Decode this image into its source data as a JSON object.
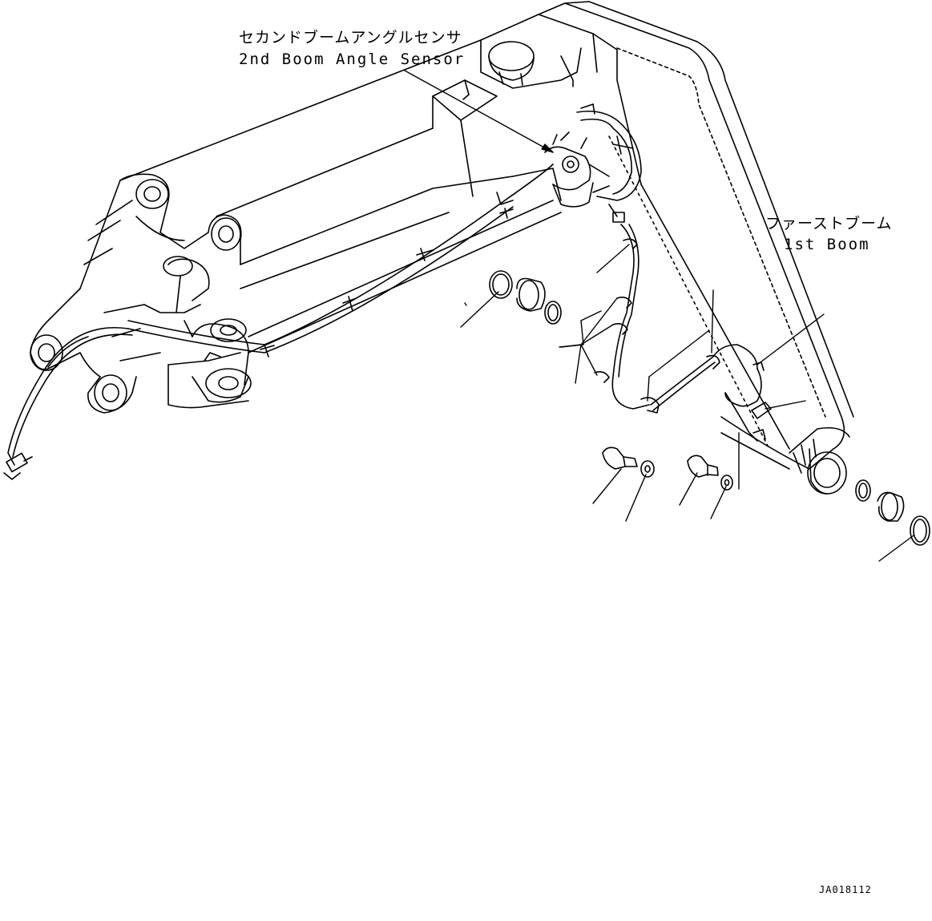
{
  "labels": {
    "second_boom_sensor_jp": "セカンドブームアングルセンサ",
    "second_boom_sensor_en": "2nd Boom Angle Sensor",
    "first_boom_jp": "ファーストブーム",
    "first_boom_en": "1st Boom"
  },
  "drawing_code": "JA018112",
  "colors": {
    "line": "#000000",
    "background": "#ffffff"
  }
}
